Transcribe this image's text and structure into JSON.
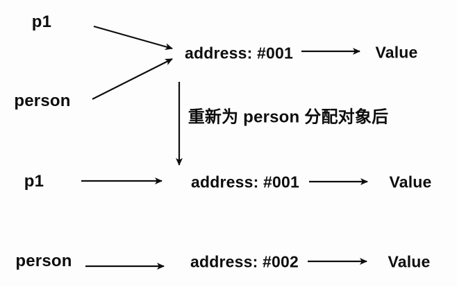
{
  "diagram": {
    "title_implied": "",
    "before": {
      "p1_label": "p1",
      "person_label": "person",
      "address_label": "address: #001",
      "value_label": "Value"
    },
    "transition_label": "重新为 person 分配对象后",
    "after": {
      "p1_label": "p1",
      "p1_address_label": "address: #001",
      "p1_value_label": "Value",
      "person_label": "person",
      "person_address_label": "address: #002",
      "person_value_label": "Value"
    },
    "colors": {
      "text": "#0d0d0d",
      "arrow": "#0d0d0d",
      "background": "#fdfdfd"
    }
  }
}
